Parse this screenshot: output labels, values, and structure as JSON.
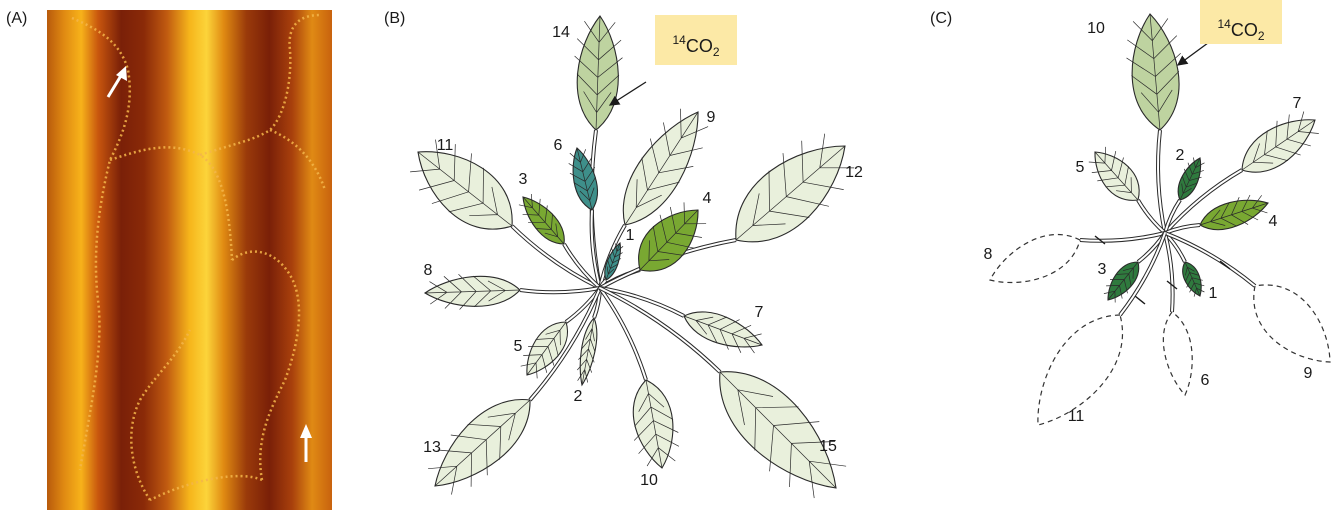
{
  "panels": {
    "a": {
      "label": "(A)"
    },
    "b": {
      "label": "(B)",
      "label_box": {
        "mass": "14",
        "formula": "CO",
        "sub": "2"
      },
      "leaf_numbers": [
        "14",
        "6",
        "9",
        "11",
        "3",
        "4",
        "1",
        "12",
        "8",
        "7",
        "5",
        "2",
        "13",
        "10",
        "15"
      ]
    },
    "c": {
      "label": "(C)",
      "label_box": {
        "mass": "14",
        "formula": "CO",
        "sub": "2"
      },
      "leaf_numbers": [
        "10",
        "7",
        "2",
        "5",
        "4",
        "8",
        "3",
        "1",
        "6",
        "9",
        "11"
      ]
    }
  },
  "colors": {
    "source_leaf": "#bed3a0",
    "sink_leaf_pale": "#e9f0dc",
    "sink_leaf_teal": "#3e8f8a",
    "sink_leaf_green": "#79a832",
    "sink_leaf_dark": "#2f7a3e",
    "label_box": "#fce9a6"
  }
}
